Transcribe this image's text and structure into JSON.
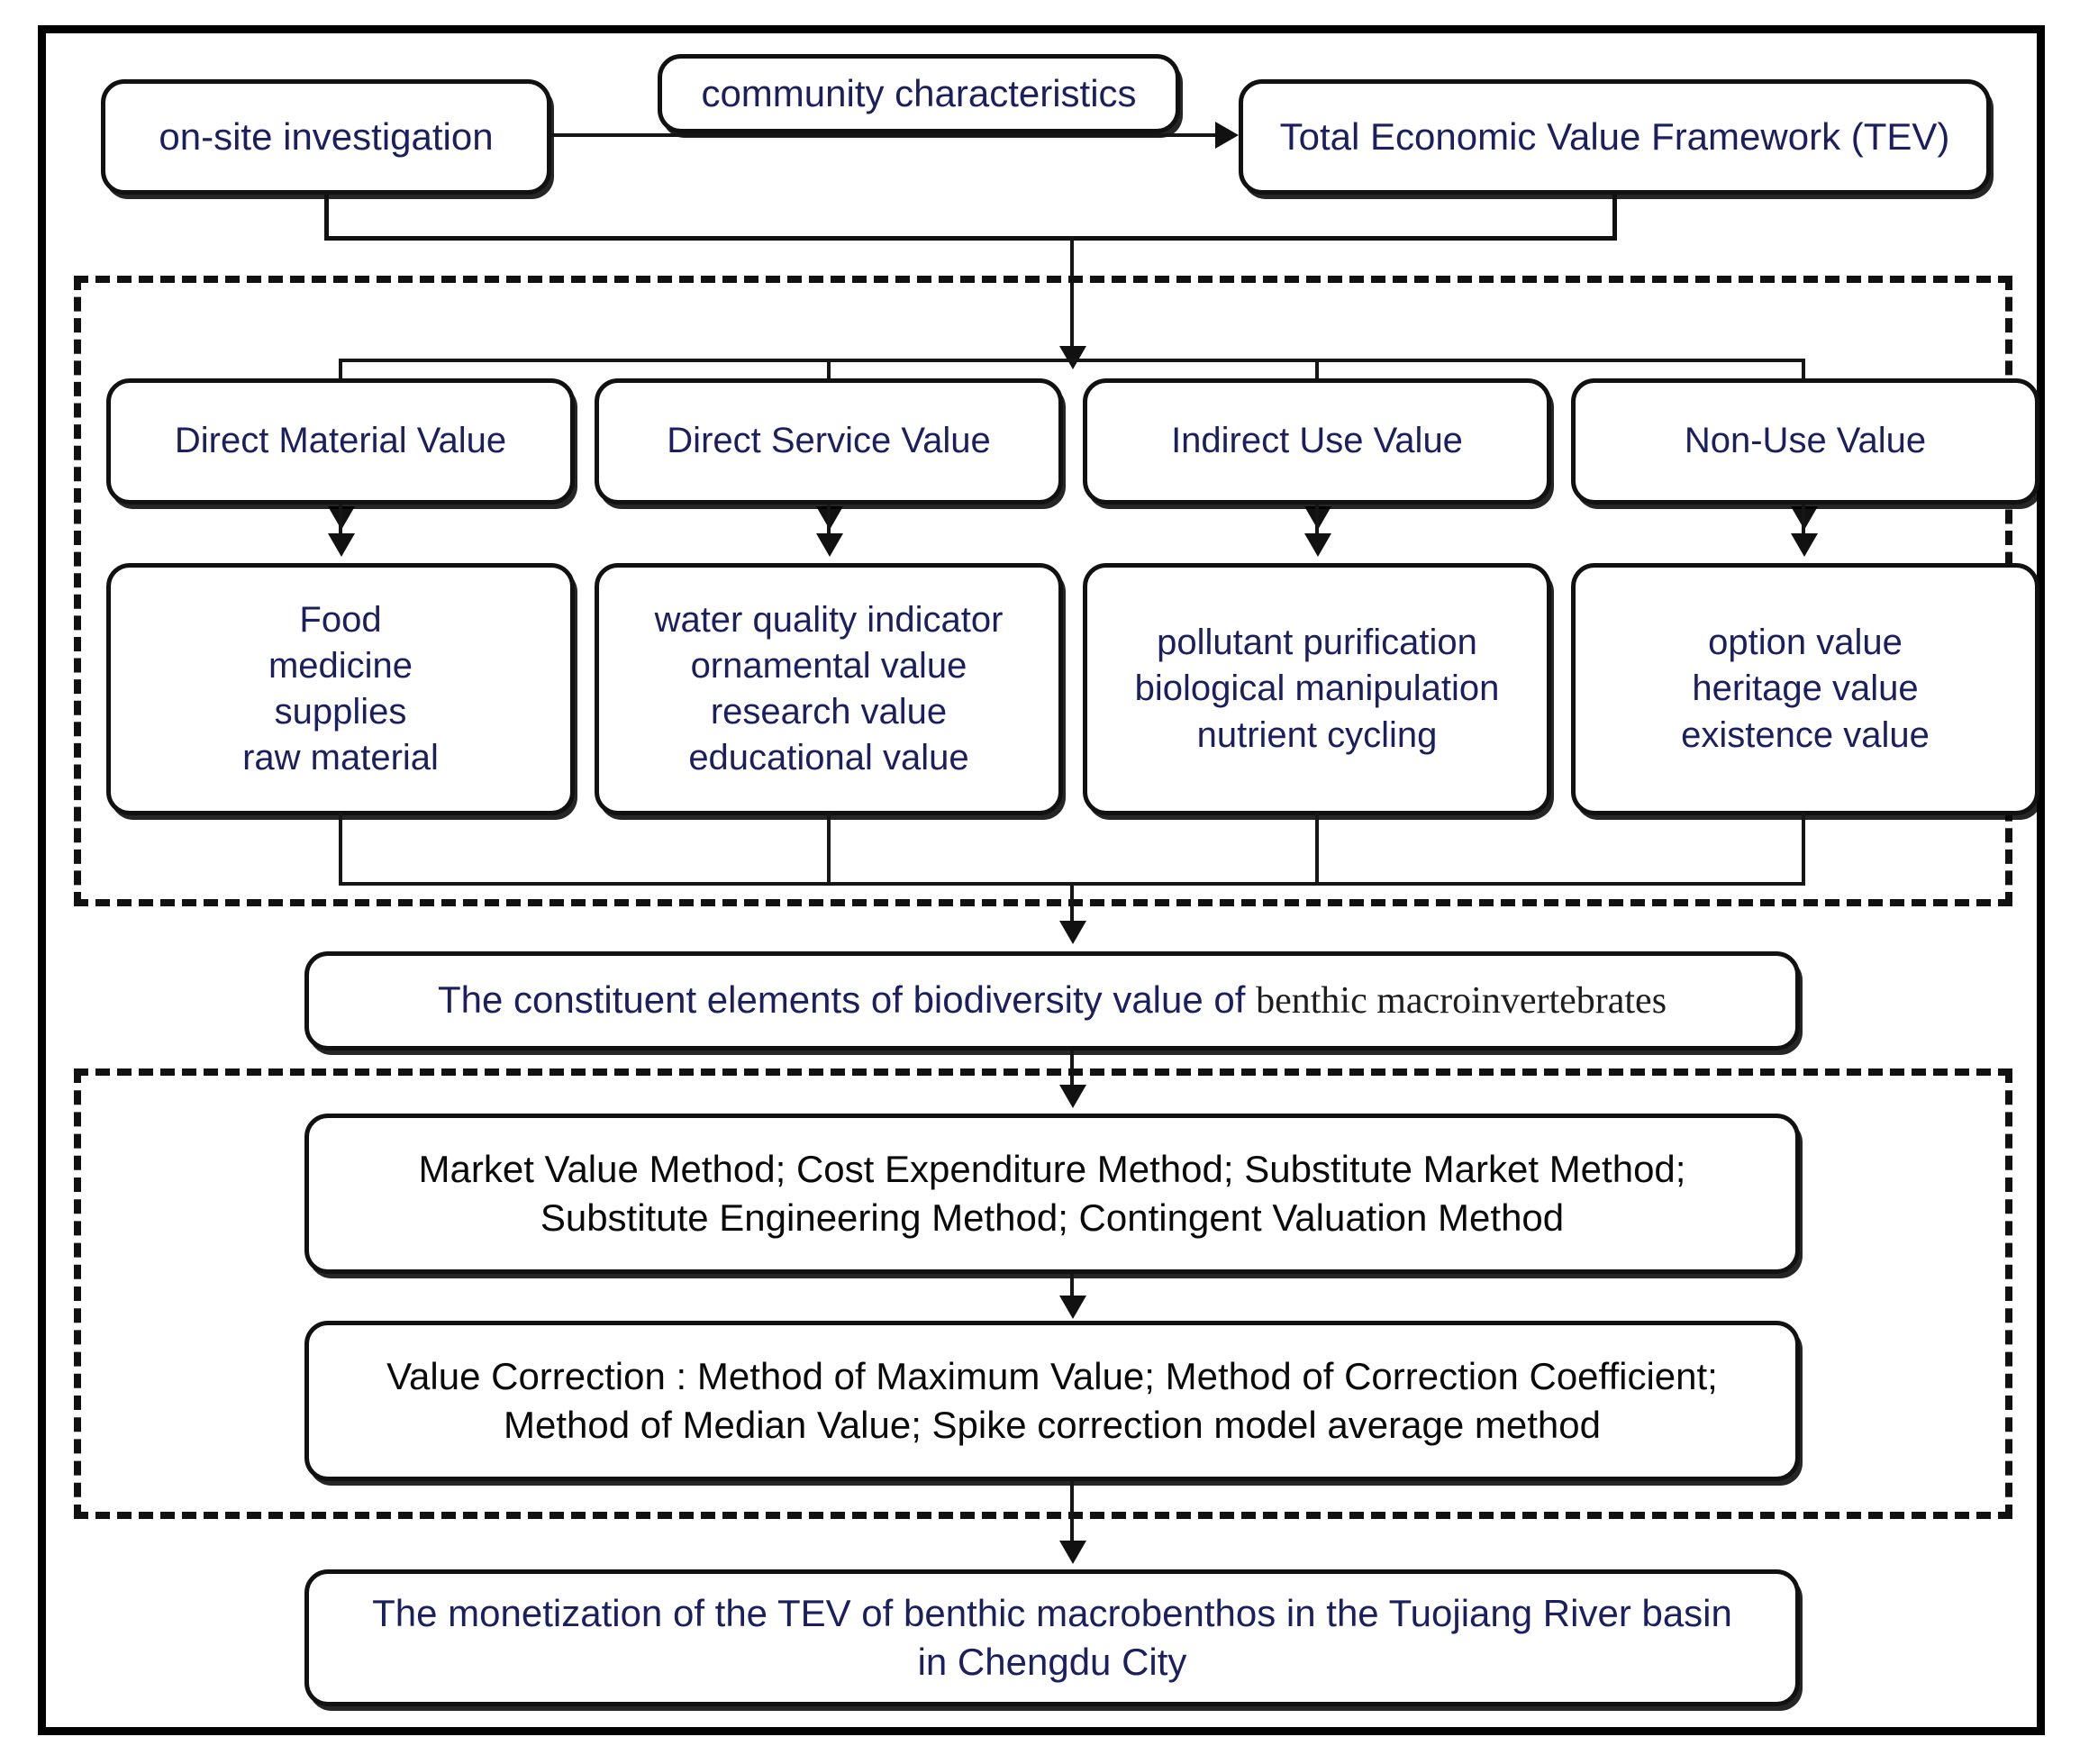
{
  "diagram": {
    "title": "Total Economic Value Framework flowchart for benthic macroinvertebrate biodiversity valuation",
    "top_nodes": {
      "onsite": "on-site investigation",
      "community": "community characteristics",
      "tev": "Total Economic Value Framework (TEV)"
    },
    "value_categories": [
      {
        "label": "Direct Material Value",
        "details": [
          "Food",
          "medicine",
          "supplies",
          "raw material"
        ]
      },
      {
        "label": "Direct Service Value",
        "details": [
          "water quality indicator",
          "ornamental value",
          "research value",
          "educational value"
        ]
      },
      {
        "label": "Indirect Use Value",
        "details": [
          "pollutant purification",
          "biological manipulation",
          "nutrient cycling"
        ]
      },
      {
        "label": "Non-Use Value",
        "details": [
          "option value",
          "heritage value",
          "existence value"
        ]
      }
    ],
    "constituent": {
      "prefix": "The constituent elements of biodiversity value of ",
      "emphasis": "benthic macroinvertebrates"
    },
    "methods": {
      "line1": "Market Value Method; Cost Expenditure Method; Substitute Market Method;",
      "line2": "Substitute Engineering Method; Contingent Valuation Method"
    },
    "correction": {
      "line1": "Value Correction : Method of Maximum Value; Method of Correction Coefficient;",
      "line2": "Method of Median Value; Spike correction model average method"
    },
    "outcome": {
      "line1": "The monetization of the TEV of benthic macrobenthos in the Tuojiang River basin",
      "line2": "in Chengdu City"
    },
    "colors": {
      "text_navy": "#1b1f5e",
      "text_black": "#0a0a0a",
      "stroke": "#111111",
      "background": "#ffffff"
    }
  }
}
